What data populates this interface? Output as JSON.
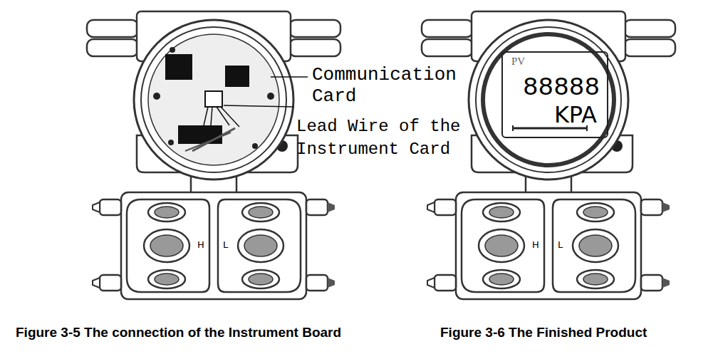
{
  "diagram": {
    "nodes": [
      {
        "text": [
          "PV",
          "88888",
          "KPA"
        ]
      }
    ],
    "labels": [
      "Communication Card",
      "Lead Wire of the Instrument Card",
      "H",
      "L",
      "H",
      "L",
      "Figure 3-5 The connection of the Instrument Board",
      "Figure 3-6 The Finished Product"
    ]
  }
}
